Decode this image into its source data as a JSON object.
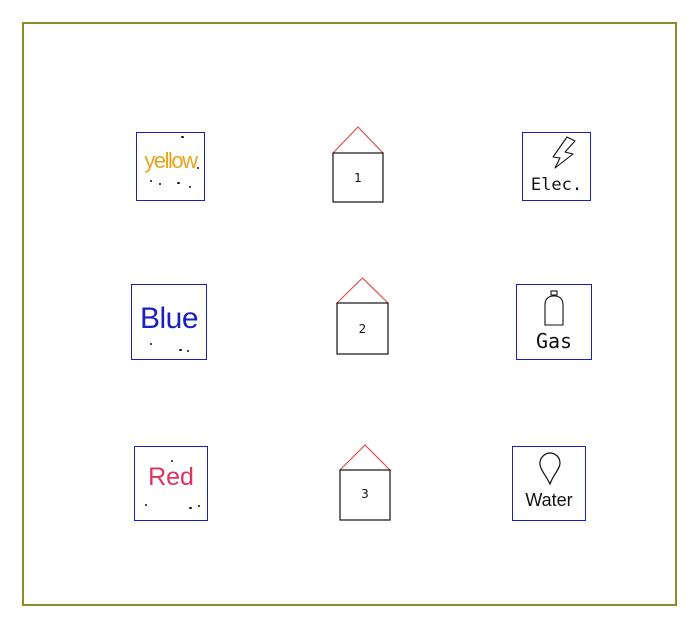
{
  "colors": {
    "frame": "#8e8a2a",
    "box_border": "#1a1fc4",
    "roof": "#e05050",
    "yellow_text": "#e6a51e",
    "blue_text": "#1a1fc4",
    "red_text": "#e0325a"
  },
  "color_labels": {
    "yellow": "yellow",
    "blue": "Blue",
    "red": "Red"
  },
  "houses": [
    {
      "number": "1"
    },
    {
      "number": "2"
    },
    {
      "number": "3"
    }
  ],
  "utilities": [
    {
      "label": "Elec.",
      "icon": "lightning-icon"
    },
    {
      "label": "Gas",
      "icon": "gas-cylinder-icon"
    },
    {
      "label": "Water",
      "icon": "water-drop-icon"
    }
  ]
}
